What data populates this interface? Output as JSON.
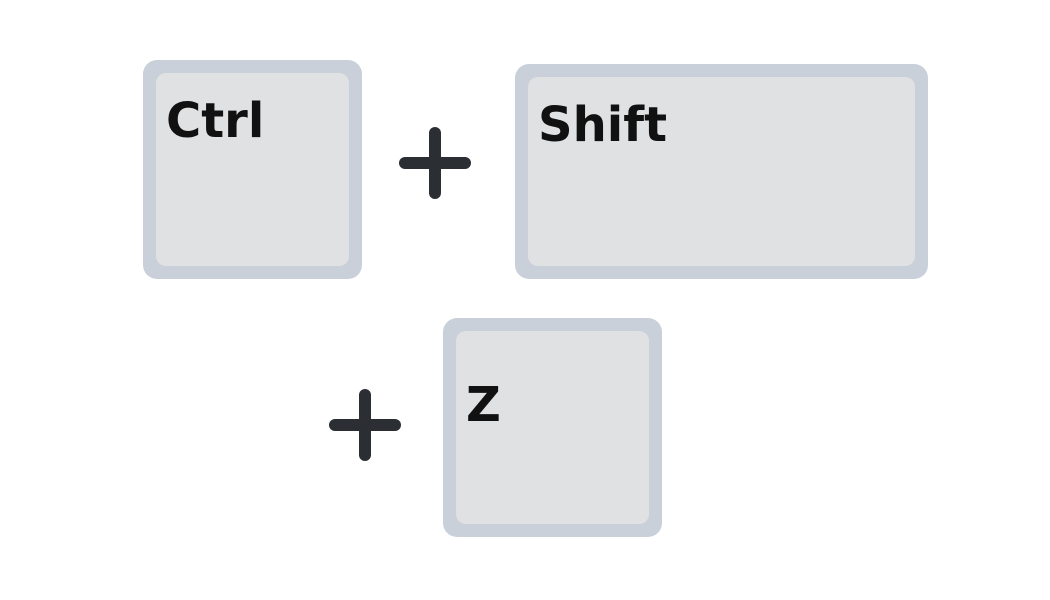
{
  "colors": {
    "key_border": "#c9d0d9",
    "key_face": "#e0e1e3",
    "plus": "#2b2f33",
    "label": "#111111"
  },
  "shortcut": {
    "keys": [
      {
        "label": "Ctrl"
      },
      {
        "label": "Shift"
      },
      {
        "label": "Z"
      }
    ],
    "separator_icon": "plus-icon"
  }
}
